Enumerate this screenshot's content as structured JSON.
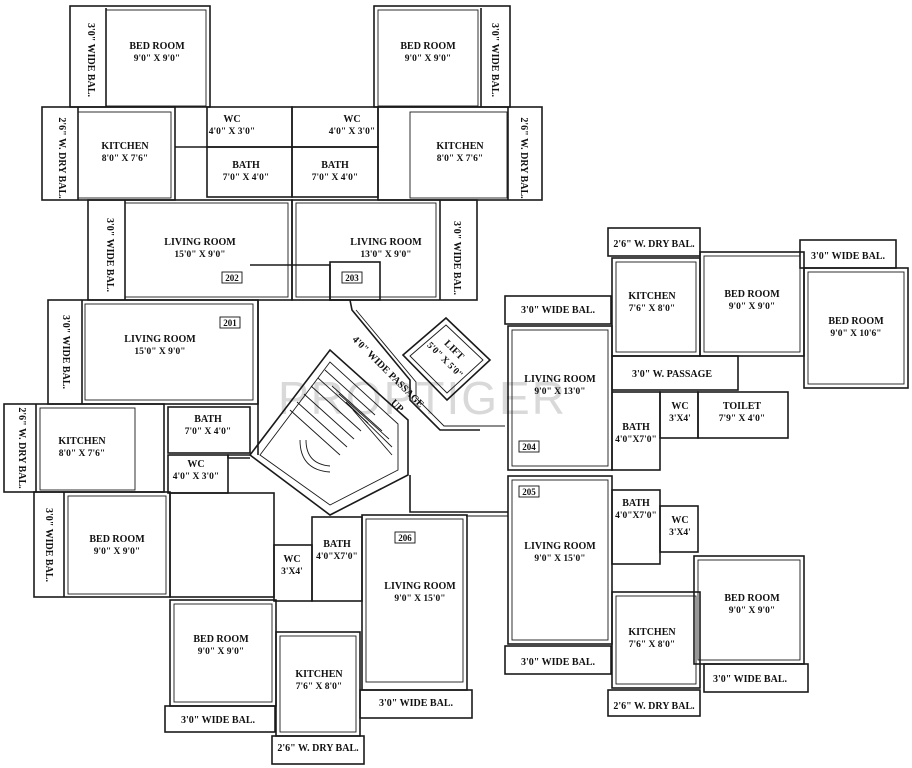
{
  "watermark": "PROPTIGER",
  "rooms": [
    {
      "id": "r202-bed",
      "name": "BED ROOM",
      "dim": "9'0\" X 9'0\""
    },
    {
      "id": "r202-bal-top",
      "name": "3'0\" WIDE BAL.",
      "dim": ""
    },
    {
      "id": "r202-kitchen",
      "name": "KITCHEN",
      "dim": "8'0\" X 7'6\""
    },
    {
      "id": "r202-drybal",
      "name": "2'6\" W. DRY BAL.",
      "dim": ""
    },
    {
      "id": "r202-wc",
      "name": "WC",
      "dim": "4'0\" X 3'0\""
    },
    {
      "id": "r202-bath",
      "name": "BATH",
      "dim": "7'0\" X 4'0\""
    },
    {
      "id": "r202-living",
      "name": "LIVING ROOM",
      "dim": "15'0\" X 9'0\""
    },
    {
      "id": "r202-bal-side",
      "name": "3'0\" WIDE BAL.",
      "dim": ""
    },
    {
      "id": "r203-bed",
      "name": "BED ROOM",
      "dim": "9'0\" X 9'0\""
    },
    {
      "id": "r203-bal-top",
      "name": "3'0\" WIDE BAL.",
      "dim": ""
    },
    {
      "id": "r203-kitchen",
      "name": "KITCHEN",
      "dim": "8'0\" X 7'6\""
    },
    {
      "id": "r203-drybal",
      "name": "2'6\" W. DRY BAL.",
      "dim": ""
    },
    {
      "id": "r203-wc",
      "name": "WC",
      "dim": "4'0\" X 3'0\""
    },
    {
      "id": "r203-bath",
      "name": "BATH",
      "dim": "7'0\" X 4'0\""
    },
    {
      "id": "r203-living",
      "name": "LIVING ROOM",
      "dim": "13'0\" X 9'0\""
    },
    {
      "id": "r203-bal-side",
      "name": "3'0\" WIDE BAL.",
      "dim": ""
    },
    {
      "id": "r201-living",
      "name": "LIVING ROOM",
      "dim": "15'0\" X 9'0\""
    },
    {
      "id": "r201-bal",
      "name": "3'0\" WIDE BAL.",
      "dim": ""
    },
    {
      "id": "r201-kitchen",
      "name": "KITCHEN",
      "dim": "8'0\" X 7'6\""
    },
    {
      "id": "r201-drybal",
      "name": "2'6\" W. DRY BAL.",
      "dim": ""
    },
    {
      "id": "r201-bath",
      "name": "BATH",
      "dim": "7'0\" X 4'0\""
    },
    {
      "id": "r201-wc",
      "name": "WC",
      "dim": "4'0\" X 3'0\""
    },
    {
      "id": "r201-bed",
      "name": "BED ROOM",
      "dim": "9'0\" X 9'0\""
    },
    {
      "id": "r201-bal-bed",
      "name": "3'0\" WIDE BAL.",
      "dim": ""
    },
    {
      "id": "r206-bed",
      "name": "BED ROOM",
      "dim": "9'0\" X 9'0\""
    },
    {
      "id": "r206-bal-bed",
      "name": "3'0\" WIDE BAL.",
      "dim": ""
    },
    {
      "id": "r206-wc",
      "name": "WC",
      "dim": "3'X4'"
    },
    {
      "id": "r206-bath",
      "name": "BATH",
      "dim": "4'0\"X7'0\""
    },
    {
      "id": "r206-kitchen",
      "name": "KITCHEN",
      "dim": "7'6\" X 8'0\""
    },
    {
      "id": "r206-drybal",
      "name": "2'6\" W. DRY BAL.",
      "dim": ""
    },
    {
      "id": "r206-living",
      "name": "LIVING ROOM",
      "dim": "9'0\" X 15'0\""
    },
    {
      "id": "r206-bal",
      "name": "3'0\" WIDE BAL.",
      "dim": ""
    },
    {
      "id": "r204-drybal",
      "name": "2'6\" W. DRY BAL.",
      "dim": ""
    },
    {
      "id": "r204-kitchen",
      "name": "KITCHEN",
      "dim": "7'6\" X 8'0\""
    },
    {
      "id": "r204-bed1",
      "name": "BED ROOM",
      "dim": "9'0\" X 9'0\""
    },
    {
      "id": "r204-bal-top",
      "name": "3'0\" WIDE BAL.",
      "dim": ""
    },
    {
      "id": "r204-bed2",
      "name": "BED ROOM",
      "dim": "9'0\" X 10'6\""
    },
    {
      "id": "r204-bal-left",
      "name": "3'0\" WIDE BAL.",
      "dim": ""
    },
    {
      "id": "r204-living",
      "name": "LIVING ROOM",
      "dim": "9'0\" X 13'0\""
    },
    {
      "id": "r204-passage",
      "name": "3'0\" W. PASSAGE",
      "dim": ""
    },
    {
      "id": "r204-bath",
      "name": "BATH",
      "dim": "4'0\"X7'0\""
    },
    {
      "id": "r204-wc",
      "name": "WC",
      "dim": "3'X4'"
    },
    {
      "id": "r204-toilet",
      "name": "TOILET",
      "dim": "7'9\" X 4'0\""
    },
    {
      "id": "r205-living",
      "name": "LIVING ROOM",
      "dim": "9'0\" X 15'0\""
    },
    {
      "id": "r205-bath",
      "name": "BATH",
      "dim": "4'0\"X7'0\""
    },
    {
      "id": "r205-wc",
      "name": "WC",
      "dim": "3'X4'"
    },
    {
      "id": "r205-bed",
      "name": "BED ROOM",
      "dim": "9'0\" X 9'0\""
    },
    {
      "id": "r205-bal-bed",
      "name": "3'0\" WIDE BAL.",
      "dim": ""
    },
    {
      "id": "r205-kitchen",
      "name": "KITCHEN",
      "dim": "7'6\" X 8'0\""
    },
    {
      "id": "r205-bal-living",
      "name": "3'0\" WIDE BAL.",
      "dim": ""
    },
    {
      "id": "r205-drybal",
      "name": "2'6\" W. DRY BAL.",
      "dim": ""
    }
  ],
  "core": {
    "lift_name": "LIFT",
    "lift_dim": "5'0\" X 5'0\"",
    "passage": "4'0\" WIDE PASSAGE",
    "stair_up": "UP"
  },
  "flat_numbers": [
    "201",
    "202",
    "203",
    "204",
    "205",
    "206"
  ]
}
